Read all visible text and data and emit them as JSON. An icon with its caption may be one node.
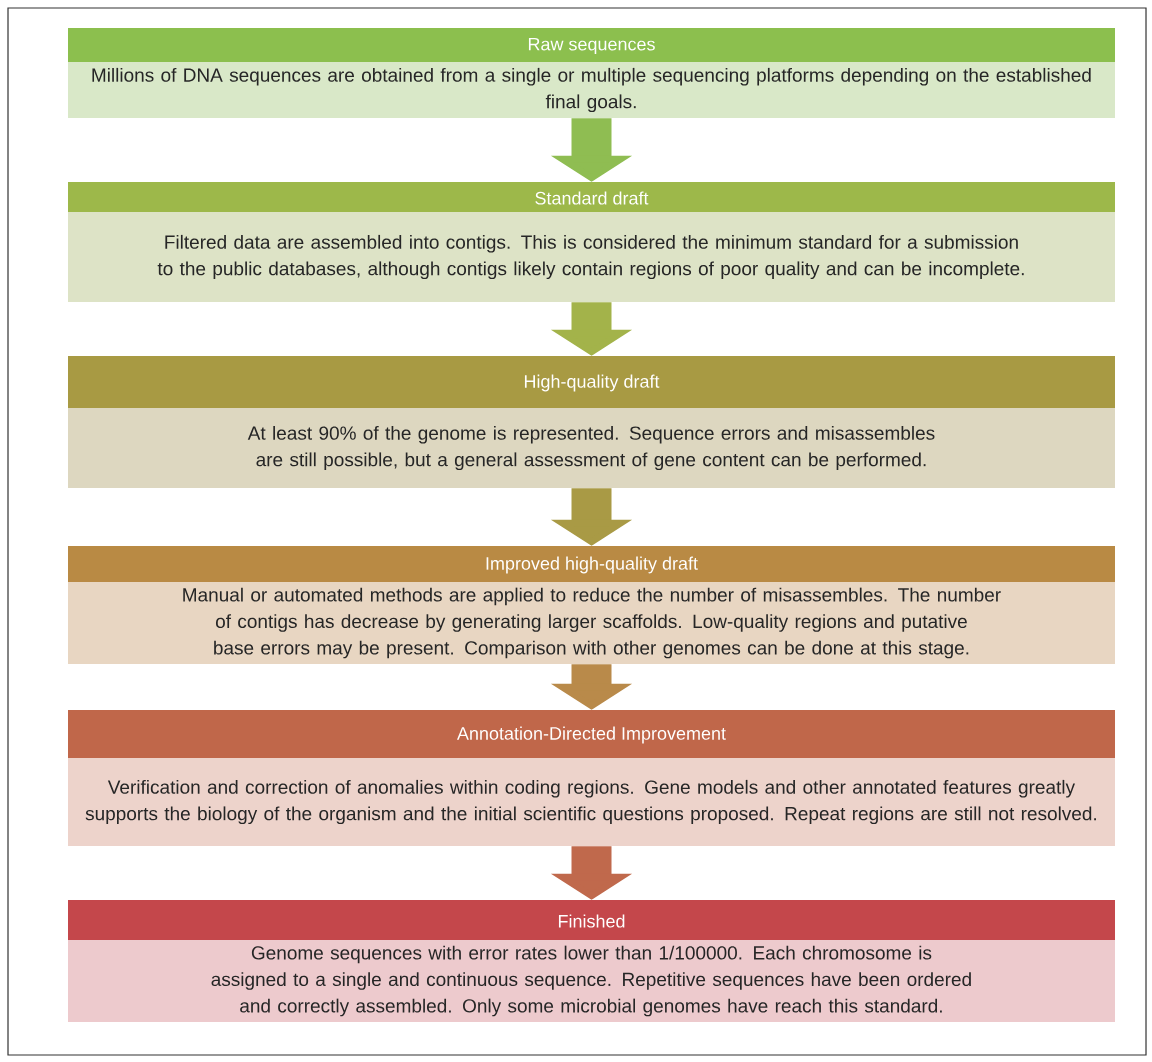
{
  "diagram": {
    "nodes": [
      {
        "text": [
          "Raw sequences",
          "Millions of DNA sequences are obtained from a single or multiple sequencing platforms depending on the established final goals."
        ]
      },
      {
        "text": [
          "Standard draft",
          "Filtered data are assembled into contigs. This is considered the minimum standard for a submission to the public databases, although contigs likely contain regions of poor quality and can be incomplete."
        ]
      },
      {
        "text": [
          "High-quality draft",
          "At least 90% of the genome is represented. Sequence errors and misassembles are still possible, but a general assessment of gene content can be performed."
        ]
      },
      {
        "text": [
          "Improved high-quality draft",
          "Manual or automated methods are applied to reduce the number of misassembles. The number of contigs has decrease by generating larger scaffolds. Low-quality regions and putative base errors may be present. Comparison with other genomes can be done at this stage."
        ]
      },
      {
        "text": [
          "Annotation-Directed Improvement",
          "Verification and correction of anomalies within coding regions. Gene models and other annotated features greatly supports the biology of the organism and the initial scientific questions proposed. Repeat regions are still not resolved."
        ]
      },
      {
        "text": [
          "Finished",
          "Genome sequences with error rates lower than 1/100000. Each chromosome is assigned to a single and continuous sequence. Repetitive sequences have been ordered and correctly assembled. Only some microbial genomes have reach this standard."
        ]
      }
    ],
    "edges": [
      {
        "from": 0,
        "to": 1,
        "arrow": "to",
        "color": "#8fbd52"
      },
      {
        "from": 1,
        "to": 2,
        "arrow": "to",
        "color": "#a3b34a"
      },
      {
        "from": 2,
        "to": 3,
        "arrow": "to",
        "color": "#a99a45"
      },
      {
        "from": 3,
        "to": 4,
        "arrow": "to",
        "color": "#b98a4a"
      },
      {
        "from": 4,
        "to": 5,
        "arrow": "to",
        "color": "#c0694c"
      }
    ]
  }
}
